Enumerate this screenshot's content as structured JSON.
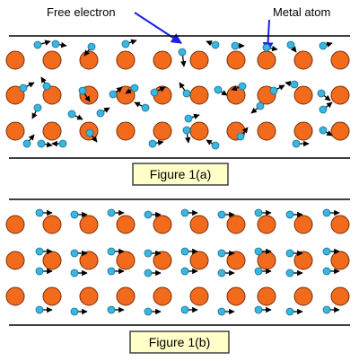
{
  "labels": {
    "free_electron": "Free electron",
    "metal_atom": "Metal atom"
  },
  "figures": [
    {
      "caption": "Figure 1(a)",
      "state": "random electron motion"
    },
    {
      "caption": "Figure 1(b)",
      "state": "aligned electron drift"
    }
  ],
  "colors": {
    "atom_fill": "#f26b1d",
    "atom_stroke": "#7a2e08",
    "electron_fill": "#39b7e0",
    "electron_stroke": "#1b6f8f",
    "pointer_line": "#1a1ee8",
    "caption_bg": "#ffffc8",
    "caption_border": "#404040",
    "wire_line": "#000000"
  },
  "icons": [
    "metal-atom-icon",
    "free-electron-icon",
    "motion-arrow-icon"
  ]
}
